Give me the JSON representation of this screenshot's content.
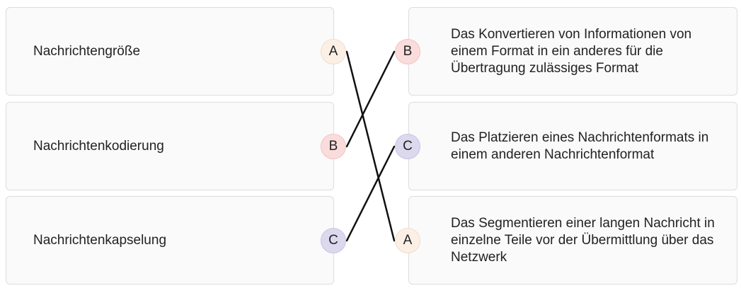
{
  "terms": [
    {
      "label": "Nachrichtengröße",
      "badge": "A"
    },
    {
      "label": "Nachrichtenkodierung",
      "badge": "B"
    },
    {
      "label": "Nachrichtenkapselung",
      "badge": "C"
    }
  ],
  "definitions": [
    {
      "badge": "B",
      "text": "Das Konvertieren von Informationen von einem Format in ein anderes für die Übertragung zulässiges Format"
    },
    {
      "badge": "C",
      "text": "Das Platzieren eines Nachrichtenformats in einem anderen Nachrichtenformat"
    },
    {
      "badge": "A",
      "text": "Das Segmentieren einer langen Nachricht in einzelne Teile vor der Übermittlung über das Netzwerk"
    }
  ],
  "colors": {
    "A": {
      "fill": "#fcf0e6",
      "border": "#f2dcc8"
    },
    "B": {
      "fill": "#fadcdc",
      "border": "#f3c2c2"
    },
    "C": {
      "fill": "#dcd8ee",
      "border": "#c9c2e6"
    },
    "line": "#111111"
  },
  "matches": [
    {
      "term": "A",
      "definition": "A"
    },
    {
      "term": "B",
      "definition": "B"
    },
    {
      "term": "C",
      "definition": "C"
    }
  ]
}
